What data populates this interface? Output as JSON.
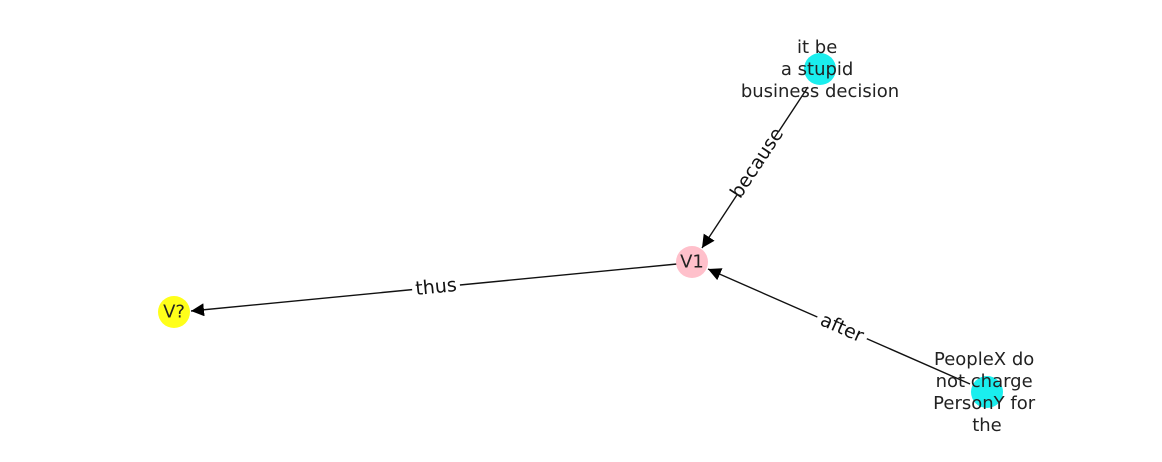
{
  "nodes": {
    "v_question": {
      "label": "V?",
      "color": "#ffff1a"
    },
    "v1": {
      "label": "V1",
      "color": "#ffc0cb"
    },
    "cause": {
      "lines": [
        "it be",
        "a stupid",
        "business decision"
      ],
      "color": "#1aeeee"
    },
    "prior": {
      "lines": [
        "PeopleX do",
        "not charge",
        "PersonY for",
        "the"
      ],
      "color": "#1aeeee"
    }
  },
  "edges": {
    "thus": {
      "label": "thus"
    },
    "because": {
      "label": "because"
    },
    "after": {
      "label": "after"
    }
  }
}
